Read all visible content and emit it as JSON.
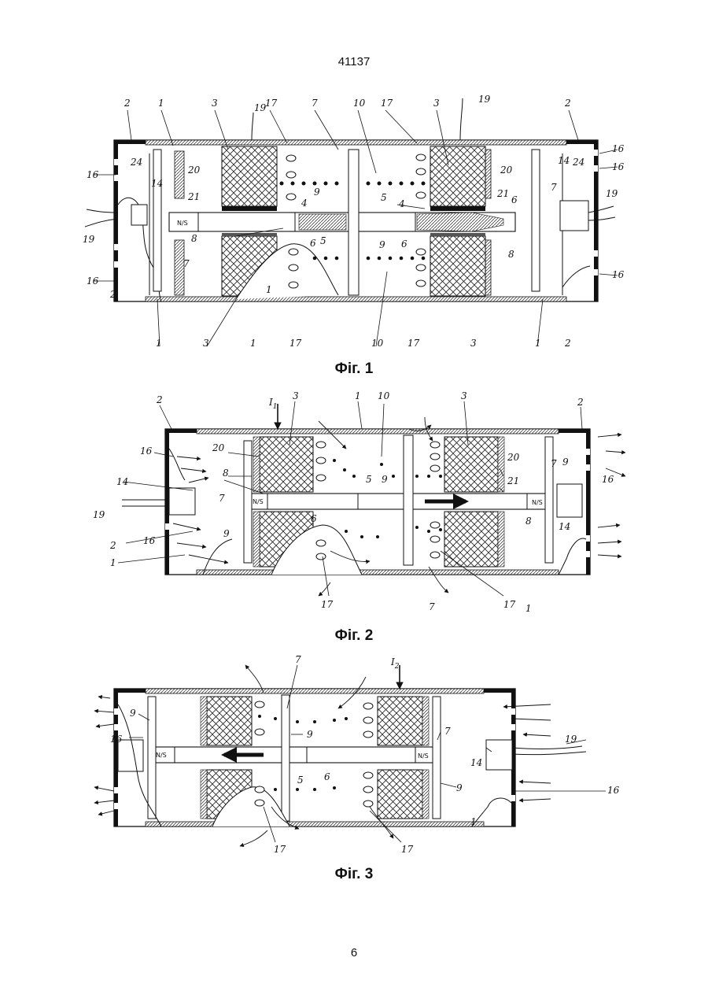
{
  "document": {
    "number": "41137",
    "page": "6"
  },
  "figures": [
    {
      "caption": "Фіг. 1",
      "labels": {
        "body": "1",
        "cover": "2",
        "coil": "3",
        "pole": "4",
        "rod": "5",
        "core": "6",
        "disk": "7",
        "magnet_mark": "N/S",
        "magnet": "8",
        "chamber": "9",
        "vent": "10",
        "sensor": "14",
        "port": "16",
        "hole": "17",
        "lead": "19",
        "spacer_a": "20",
        "spacer_b": "21",
        "seal": "24"
      }
    },
    {
      "caption": "Фіг. 2",
      "current": "I",
      "current_sub": "1",
      "labels": {
        "body": "1",
        "cover": "2",
        "coil": "3",
        "rod": "5",
        "core": "6",
        "disk": "7",
        "magnet_mark": "N/S",
        "magnet": "8",
        "chamber": "9",
        "vent": "10",
        "sensor": "14",
        "port": "16",
        "hole": "17",
        "lead": "19",
        "spacer_a": "20",
        "spacer_b": "21"
      }
    },
    {
      "caption": "Фіг. 3",
      "current": "I",
      "current_sub": "2",
      "labels": {
        "body": "1",
        "rod": "5",
        "core": "6",
        "disk": "7",
        "magnet_mark": "N/S",
        "chamber": "9",
        "sensor": "14",
        "port": "16",
        "hole": "17",
        "lead": "19"
      }
    }
  ]
}
